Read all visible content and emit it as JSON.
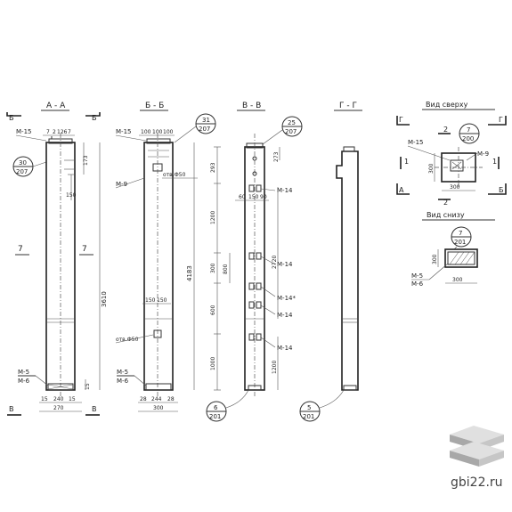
{
  "sections": {
    "aa": {
      "title": "А - А",
      "cut": "Б",
      "mark_top": "М-15",
      "dims_top": [
        "7",
        "2",
        "126",
        "7"
      ],
      "ring": {
        "top": "30",
        "bottom": "207"
      },
      "dim_173": "173",
      "dim_150": "150",
      "dim_len": "3610",
      "label_7": "7",
      "mark_bot1": "М-5",
      "mark_bot2": "М-6",
      "dim_15": "15",
      "dims_bot": [
        "15",
        "240",
        "15"
      ],
      "dim_270": "270",
      "cut_bottom": "В"
    },
    "bb": {
      "title": "Б - Б",
      "mark_top": "М-15",
      "dims_top": [
        "100",
        "100",
        "100"
      ],
      "ring": {
        "top": "31",
        "bottom": "207"
      },
      "hole1": "отв.Ф50",
      "mark_mid": "М-9",
      "dims_mid": [
        "150",
        "150"
      ],
      "hole2": "отв.Ф50",
      "mark_bot1": "М-5",
      "mark_bot2": "М-6",
      "dims_bot": [
        "28",
        "244",
        "28"
      ],
      "dim_300": "300"
    },
    "vv": {
      "title": "В - В",
      "ring": {
        "top": "25",
        "bottom": "207"
      },
      "dim_293": "293",
      "dim_273": "273",
      "dims_mid": [
        "60",
        "150",
        "90"
      ],
      "dim_1200": "1200",
      "dim_800": "800",
      "dim_2720": "2720",
      "dim_4183": "4183",
      "dim_300": "300",
      "dim_600": "600",
      "dim_1000": "1000",
      "dim_1200b": "1200",
      "marks": [
        "М-14",
        "М-14",
        "М-14*",
        "М-14",
        "М-14"
      ],
      "ring_bottom": {
        "top": "6",
        "bottom": "201"
      }
    },
    "gg": {
      "title": "Г - Г",
      "ring_bottom": {
        "top": "5",
        "bottom": "201"
      }
    },
    "top_view": {
      "title": "Вид сверху",
      "cut_left": "Г",
      "cut_right": "Г",
      "cut_a": "А",
      "cut_b": "Б",
      "axis_1": "1",
      "axis_2": "2",
      "mark1": "М-15",
      "mark2": "М-9",
      "ring": {
        "top": "7",
        "bottom": "200"
      },
      "dim_300v": "300",
      "dim_300h": "300"
    },
    "bottom_view": {
      "title": "Вид снизу",
      "ring": {
        "top": "7",
        "bottom": "201"
      },
      "mark1": "М-5",
      "mark2": "М-6",
      "dim_300v": "300",
      "dim_300h": "300"
    }
  },
  "watermark": {
    "text": "gbi22.ru"
  }
}
